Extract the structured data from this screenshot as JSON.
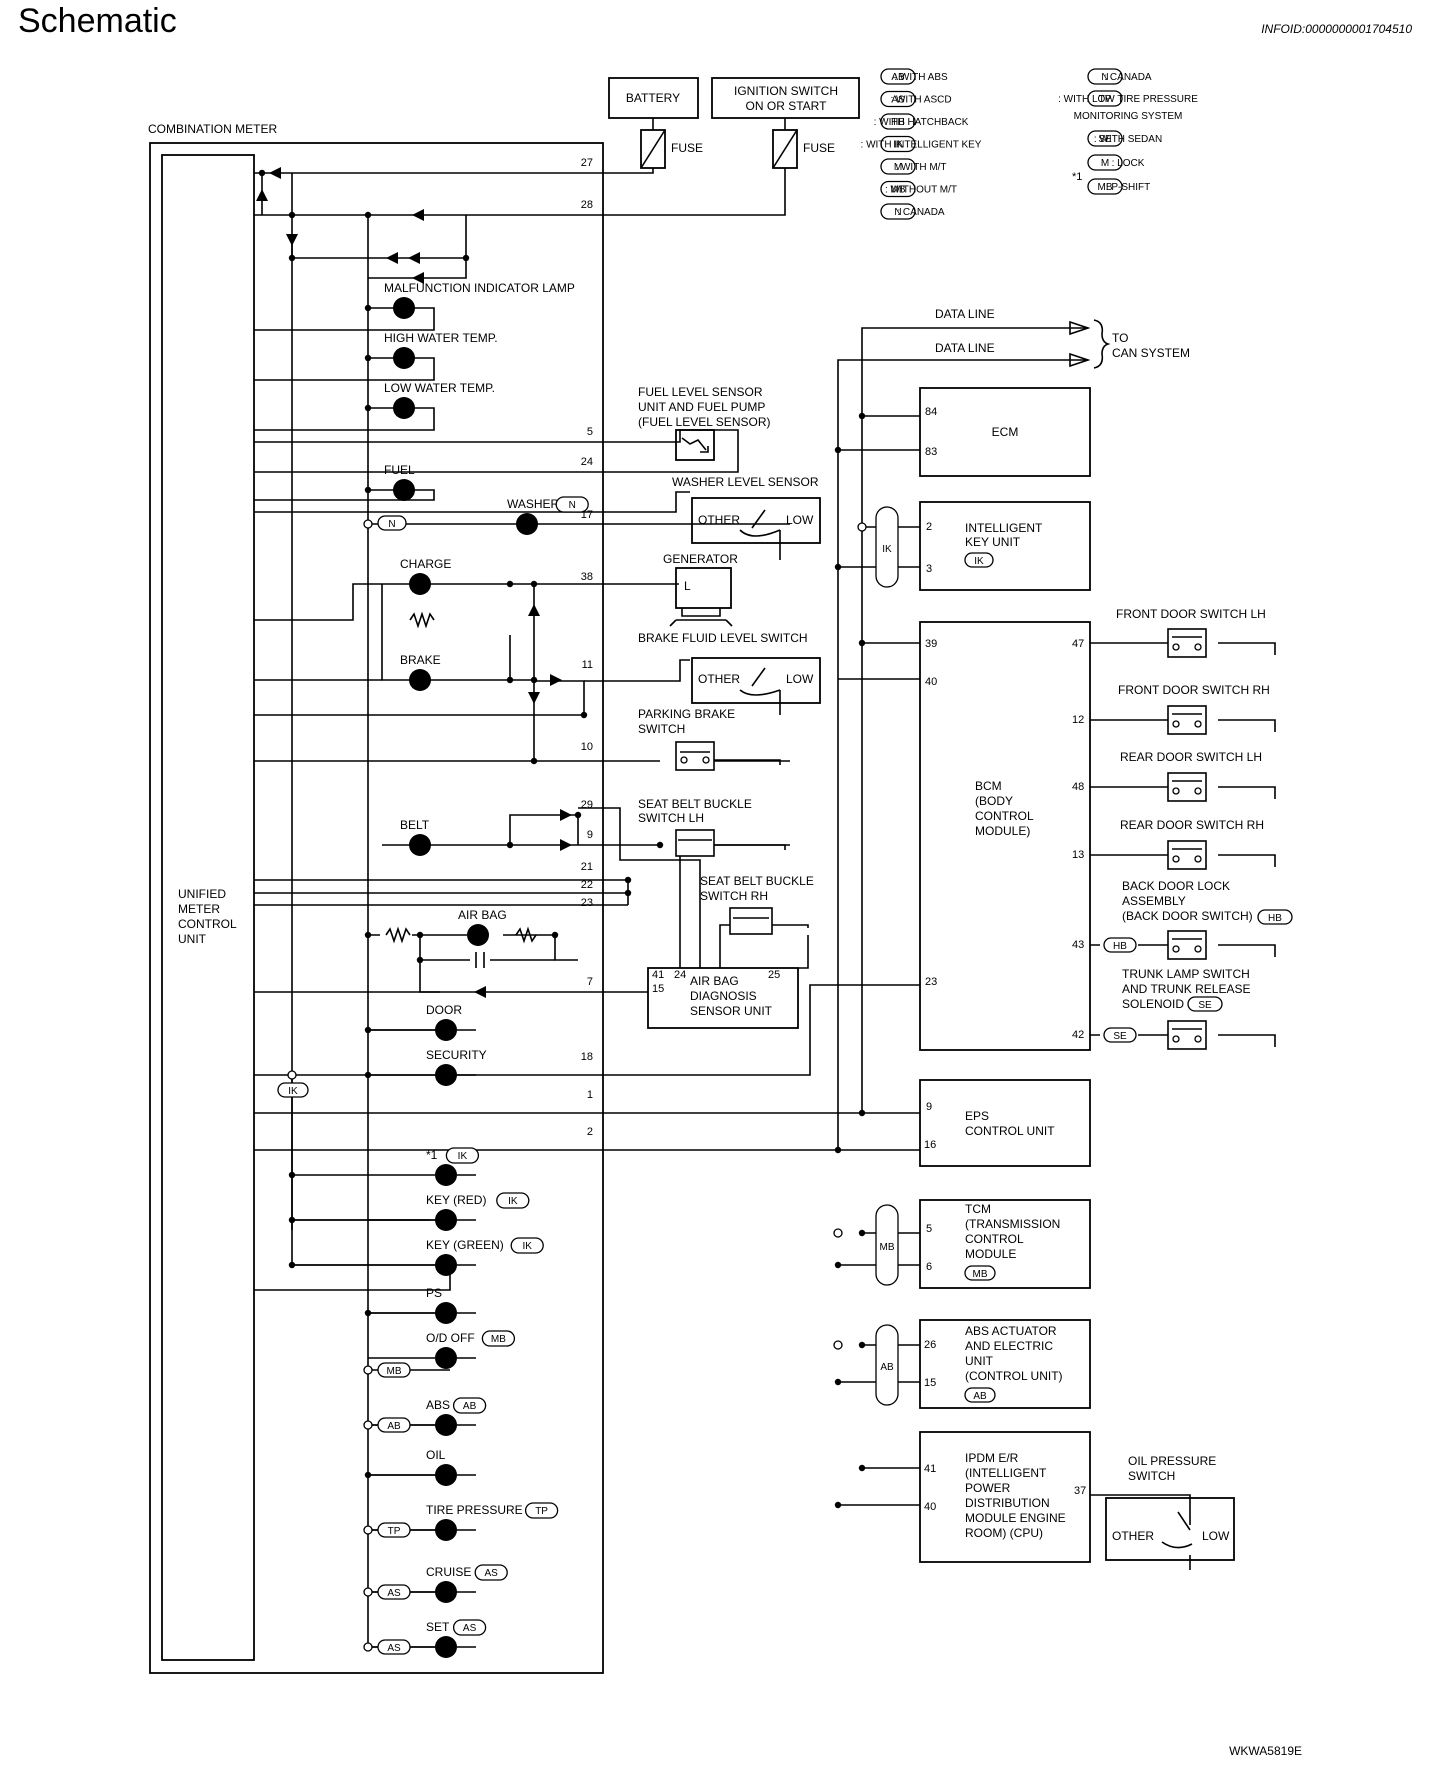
{
  "header": {
    "title": "Schematic",
    "info_id": "INFOID:0000000001704510",
    "figure_code": "WKWA5819E"
  },
  "legend": [
    {
      "code": "AB",
      "text": ": WITH ABS"
    },
    {
      "code": "AS",
      "text": ": WITH ASCD"
    },
    {
      "code": "HB",
      "text": ": WITH HATCHBACK"
    },
    {
      "code": "IK",
      "text": ": WITH INTELLIGENT KEY"
    },
    {
      "code": "M",
      "text": ": WITH M/T"
    },
    {
      "code": "MB",
      "text": ": WITHOUT M/T"
    },
    {
      "code": "N",
      "text": ": CANADA"
    },
    {
      "code": "N",
      "text": ": CANADA"
    },
    {
      "code": "TP",
      "text": ": WITH LOW TIRE PRESSURE"
    },
    {
      "code": "",
      "text": "MONITORING SYSTEM"
    },
    {
      "code": "SE",
      "text": ": WITH SEDAN"
    },
    {
      "code": "M",
      "text": ": LOCK"
    },
    {
      "code": "MB",
      "text": ": P-SHIFT"
    }
  ],
  "legend_note": "*1",
  "power": {
    "battery": "BATTERY",
    "ignition_line1": "IGNITION SWITCH",
    "ignition_line2": "ON OR START",
    "fuse1": "FUSE",
    "fuse2": "FUSE"
  },
  "meter": {
    "title": "COMBINATION METER",
    "unit_lines": [
      "UNIFIED",
      "METER",
      "CONTROL",
      "UNIT"
    ]
  },
  "lamps": [
    {
      "label": "MALFUNCTION INDICATOR LAMP",
      "opt": ""
    },
    {
      "label": "HIGH WATER TEMP.",
      "opt": ""
    },
    {
      "label": "LOW WATER TEMP.",
      "opt": ""
    },
    {
      "label": "FUEL",
      "opt": ""
    },
    {
      "label": "WASHER",
      "opt": "N"
    },
    {
      "label": "CHARGE",
      "opt": ""
    },
    {
      "label": "BRAKE",
      "opt": ""
    },
    {
      "label": "BELT",
      "opt": ""
    },
    {
      "label": "AIR BAG",
      "opt": ""
    },
    {
      "label": "DOOR",
      "opt": ""
    },
    {
      "label": "SECURITY",
      "opt": ""
    },
    {
      "label": "*1",
      "opt": "IK"
    },
    {
      "label": "KEY (RED)",
      "opt": "IK"
    },
    {
      "label": "KEY (GREEN)",
      "opt": "IK"
    },
    {
      "label": "PS",
      "opt": ""
    },
    {
      "label": "O/D OFF",
      "opt": "MB"
    },
    {
      "label": "ABS",
      "opt": "AB"
    },
    {
      "label": "OIL",
      "opt": ""
    },
    {
      "label": "TIRE PRESSURE",
      "opt": "TP"
    },
    {
      "label": "CRUISE",
      "opt": "AS"
    },
    {
      "label": "SET",
      "opt": "AS"
    }
  ],
  "line_options": [
    "N",
    "IK",
    "MB",
    "AB",
    "TP",
    "AS",
    "AS"
  ],
  "pins": [
    "27",
    "28",
    "5",
    "24",
    "17",
    "38",
    "11",
    "10",
    "29",
    "9",
    "21",
    "22",
    "23",
    "7",
    "18",
    "1",
    "2"
  ],
  "sensors": {
    "fuel_sensor": [
      "FUEL LEVEL SENSOR",
      "UNIT AND FUEL PUMP",
      "(FUEL LEVEL SENSOR)"
    ],
    "washer_sensor": "WASHER LEVEL SENSOR",
    "generator": "GENERATOR",
    "generator_terminal": "L",
    "brake_fluid": "BRAKE FLUID LEVEL SWITCH",
    "parking_brake": [
      "PARKING BRAKE",
      "SWITCH"
    ],
    "seat_belt_lh": [
      "SEAT BELT BUCKLE",
      "SWITCH LH"
    ],
    "seat_belt_rh": [
      "SEAT BELT BUCKLE",
      "SWITCH RH"
    ],
    "airbag_unit": [
      "AIR BAG",
      "DIAGNOSIS",
      "SENSOR UNIT"
    ],
    "airbag_pins": [
      "41",
      "24",
      "15",
      "25"
    ],
    "other": "OTHER",
    "low": "LOW"
  },
  "can": {
    "data_line_1": "DATA LINE",
    "data_line_2": "DATA LINE",
    "to": "TO",
    "to_can": "CAN SYSTEM"
  },
  "modules": {
    "ecm": {
      "name": "ECM",
      "pins": [
        "84",
        "83"
      ]
    },
    "ik": {
      "lines": [
        "INTELLIGENT",
        "KEY UNIT"
      ],
      "opt": "IK",
      "pins": [
        "2",
        "3"
      ],
      "bus": "IK"
    },
    "bcm": {
      "lines": [
        "BCM",
        "(BODY",
        "CONTROL",
        "MODULE)"
      ],
      "pins": [
        "39",
        "40",
        "23",
        "47",
        "12",
        "48",
        "13",
        "43",
        "42"
      ]
    },
    "eps": {
      "lines": [
        "EPS",
        "CONTROL UNIT"
      ],
      "pins": [
        "9",
        "16"
      ]
    },
    "tcm": {
      "lines": [
        "TCM",
        "(TRANSMISSION",
        "CONTROL",
        "MODULE"
      ],
      "opt": "MB",
      "pins": [
        "5",
        "6"
      ],
      "bus": "MB"
    },
    "abs": {
      "lines": [
        "ABS ACTUATOR",
        "AND ELECTRIC",
        "UNIT",
        "(CONTROL UNIT)"
      ],
      "opt": "AB",
      "pins": [
        "26",
        "15"
      ],
      "bus": "AB"
    },
    "ipdm": {
      "lines": [
        "IPDM E/R",
        "(INTELLIGENT",
        "POWER",
        "DISTRIBUTION",
        "MODULE ENGINE",
        "ROOM) (CPU)"
      ],
      "pins": [
        "41",
        "40",
        "37"
      ]
    }
  },
  "switches": {
    "front_lh": "FRONT DOOR SWITCH LH",
    "front_rh": "FRONT DOOR SWITCH RH",
    "rear_lh": "REAR DOOR SWITCH LH",
    "rear_rh": "REAR DOOR SWITCH RH",
    "back_door": [
      "BACK DOOR LOCK",
      "ASSEMBLY",
      "(BACK DOOR SWITCH)"
    ],
    "back_door_opt": "HB",
    "trunk": [
      "TRUNK LAMP SWITCH",
      "AND TRUNK RELEASE",
      "SOLENOID"
    ],
    "trunk_opt": "SE",
    "oil_pressure": [
      "OIL PRESSURE",
      "SWITCH"
    ]
  }
}
